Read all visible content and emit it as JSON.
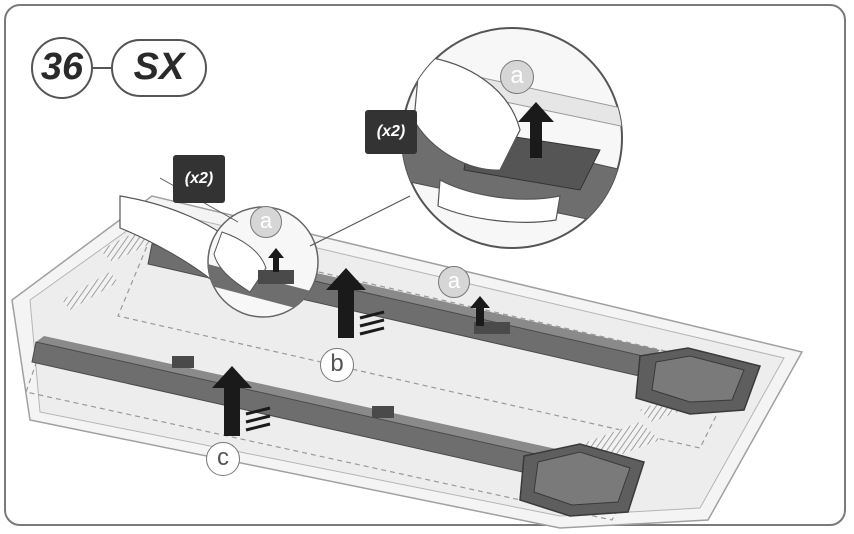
{
  "step": {
    "number": "36",
    "model": "SX"
  },
  "callouts": {
    "qty_top": "(x2)",
    "qty_mid": "(x2)",
    "label_a": "a",
    "label_b": "b",
    "label_c": "c"
  },
  "colors": {
    "frame": "#7a7a7a",
    "panel": "#efefef",
    "panel_edge": "#9a9a9a",
    "bar": "#6e6e6e",
    "bar_dark": "#4a4a4a",
    "arrow": "#1a1a1a",
    "badge_bg": "#333333",
    "badge_text": "#ffffff"
  }
}
